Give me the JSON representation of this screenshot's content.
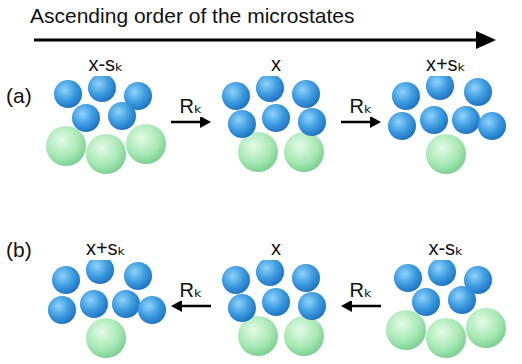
{
  "diagram": {
    "nodes": [
      {
        "text": [
          "x-sₖ"
        ]
      },
      {
        "text": [
          "x"
        ]
      },
      {
        "text": [
          "x+sₖ"
        ]
      },
      {
        "text": [
          "x+sₖ"
        ]
      },
      {
        "text": [
          "x"
        ]
      },
      {
        "text": [
          "x-sₖ"
        ]
      }
    ],
    "edges": [
      {
        "from": 0,
        "to": 1,
        "label": "Rₖ",
        "arrow": "to"
      },
      {
        "from": 1,
        "to": 2,
        "label": "Rₖ",
        "arrow": "to"
      },
      {
        "from": 5,
        "to": 4,
        "label": "Rₖ",
        "arrow": "to"
      },
      {
        "from": 4,
        "to": 3,
        "label": "Rₖ",
        "arrow": "to"
      }
    ],
    "labels": [
      "Ascending order of the microstates",
      "(a)",
      "(b)"
    ]
  }
}
